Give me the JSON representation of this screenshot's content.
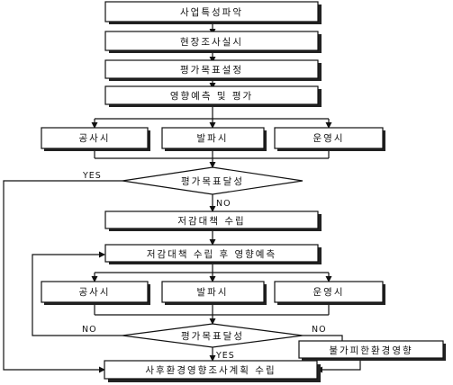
{
  "nodes": {
    "business": "사업특성파악",
    "survey": "현장조사실시",
    "goal": "평가목표설정",
    "predict": "영향예측 및 평가",
    "construct1": "공사시",
    "blast1": "발파시",
    "operate1": "운영시",
    "decision1": "평가목표달성",
    "mitigation": "저감대책 수립",
    "post_predict": "저감대책 수립 후 영향예측",
    "construct2": "공사시",
    "blast2": "발파시",
    "operate2": "운영시",
    "decision2": "평가목표달성",
    "unavoidable": "불가피한환경영향",
    "followup": "사후환경영향조사계획 수립"
  },
  "edge_labels": {
    "yes1": "YES",
    "no1": "NO",
    "no2_left": "NO",
    "no2_right": "NO",
    "yes2": "YES"
  }
}
